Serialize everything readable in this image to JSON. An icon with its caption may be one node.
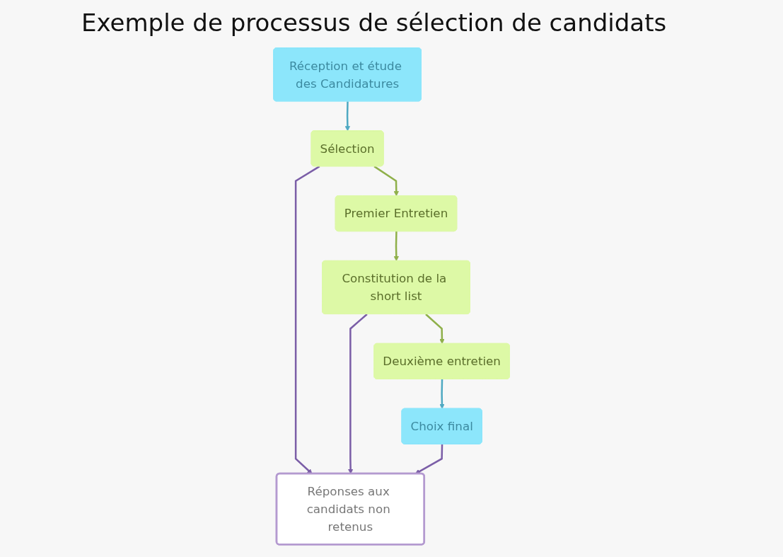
{
  "diagram": {
    "title": "Exemple de processus de sélection de candidats",
    "nodes": [
      {
        "text": [
          "Réception et étude des Candidatures"
        ]
      },
      {
        "text": [
          "Sélection"
        ]
      },
      {
        "text": [
          "Premier Entretien"
        ]
      },
      {
        "text": [
          "Constitution de la short list"
        ]
      },
      {
        "text": [
          "Choix final"
        ]
      },
      {
        "text": [
          "Deuxième entretien"
        ]
      },
      {
        "text": [
          "Réponses aux candidats non retenus"
        ]
      }
    ],
    "edges": [
      {
        "from": 0,
        "to": 1,
        "arrow": "to",
        "color": "#4fa9c2"
      },
      {
        "from": 1,
        "to": 2,
        "arrow": "to",
        "color": "#8fb04a"
      },
      {
        "from": 2,
        "to": 3,
        "arrow": "to",
        "color": "#8fb04a"
      },
      {
        "from": 3,
        "to": 5,
        "arrow": "to",
        "color": "#8fb04a"
      },
      {
        "from": 5,
        "to": 4,
        "arrow": "to",
        "color": "#4fa9c2"
      },
      {
        "from": 1,
        "to": 6,
        "arrow": "to",
        "color": "#7b5ea7"
      },
      {
        "from": 3,
        "to": 6,
        "arrow": "to",
        "color": "#7b5ea7"
      },
      {
        "from": 4,
        "to": 6,
        "arrow": "to",
        "color": "#7b5ea7"
      }
    ]
  }
}
